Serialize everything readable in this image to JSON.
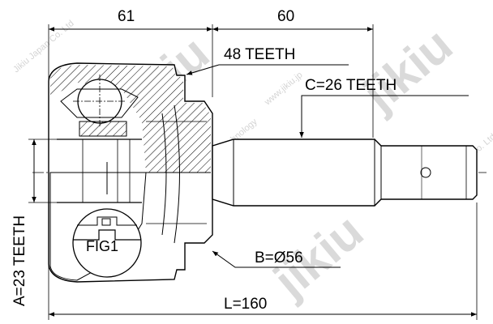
{
  "dimensions": {
    "left_length": "61",
    "right_length": "60",
    "outer_spline": "48 TEETH",
    "shaft_spline": "C=26 TEETH",
    "inner_spline": "A=23 TEETH",
    "diameter": "B=Ø56",
    "total_length": "L=160",
    "detail_label": "FIG1"
  },
  "watermark": {
    "brand": "jikiu",
    "line1": "RMP NAGAMOCHI Technology",
    "line2": "www.jikiu.jp",
    "line3": "Jikiu Japan Co. Ltd"
  },
  "colors": {
    "line": "#000000",
    "watermark": "#d6d6d6"
  }
}
